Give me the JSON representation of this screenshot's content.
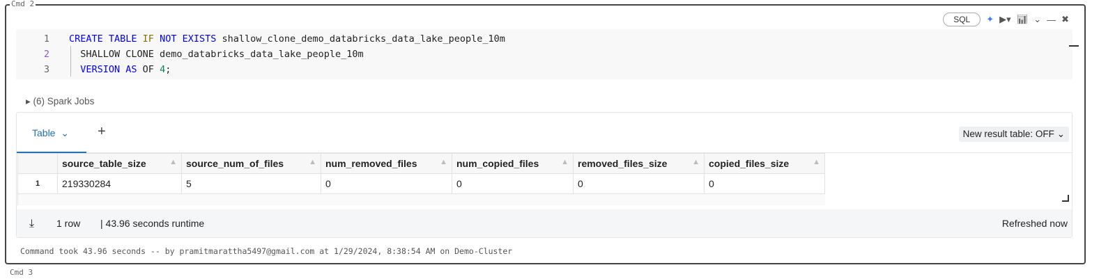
{
  "cells": {
    "prev_label": "Cmd 2",
    "next_label": "Cmd 3"
  },
  "toolbar": {
    "language": "SQL",
    "icons": [
      "sparkle-icon",
      "run-icon",
      "chart-icon",
      "chevron-down-icon",
      "minimize-icon",
      "close-icon"
    ]
  },
  "code": {
    "lines": [
      {
        "n": "1",
        "parts": [
          [
            "kw",
            "CREATE TABLE "
          ],
          [
            "kw2",
            "IF "
          ],
          [
            "kw",
            "NOT EXISTS "
          ],
          [
            "",
            "shallow_clone_demo_databricks_data_lake_people_10m"
          ]
        ]
      },
      {
        "n": "2",
        "parts": [
          [
            "",
            "  SHALLOW CLONE demo_databricks_data_lake_people_10m"
          ]
        ]
      },
      {
        "n": "3",
        "parts": [
          [
            "kw",
            "  VERSION AS "
          ],
          [
            "",
            "OF "
          ],
          [
            "num",
            "4"
          ],
          [
            "",
            ";"
          ]
        ]
      }
    ]
  },
  "spark_jobs": "(6) Spark Jobs",
  "results": {
    "tab_label": "Table",
    "new_result_table": "New result table: OFF",
    "columns": [
      "source_table_size",
      "source_num_of_files",
      "num_removed_files",
      "num_copied_files",
      "removed_files_size",
      "copied_files_size"
    ],
    "rows": [
      {
        "n": "1",
        "cells": [
          "219330284",
          "5",
          "0",
          "0",
          "0",
          "0"
        ]
      }
    ],
    "row_count": "1 row",
    "runtime": "|  43.96 seconds runtime",
    "refreshed": "Refreshed now"
  },
  "command_took": "Command took 43.96 seconds -- by pramitmarattha5497@gmail.com at 1/29/2024, 8:38:54 AM on Demo-Cluster",
  "colors": {
    "accent": "#2272b4",
    "keyword": "#0000ff"
  }
}
